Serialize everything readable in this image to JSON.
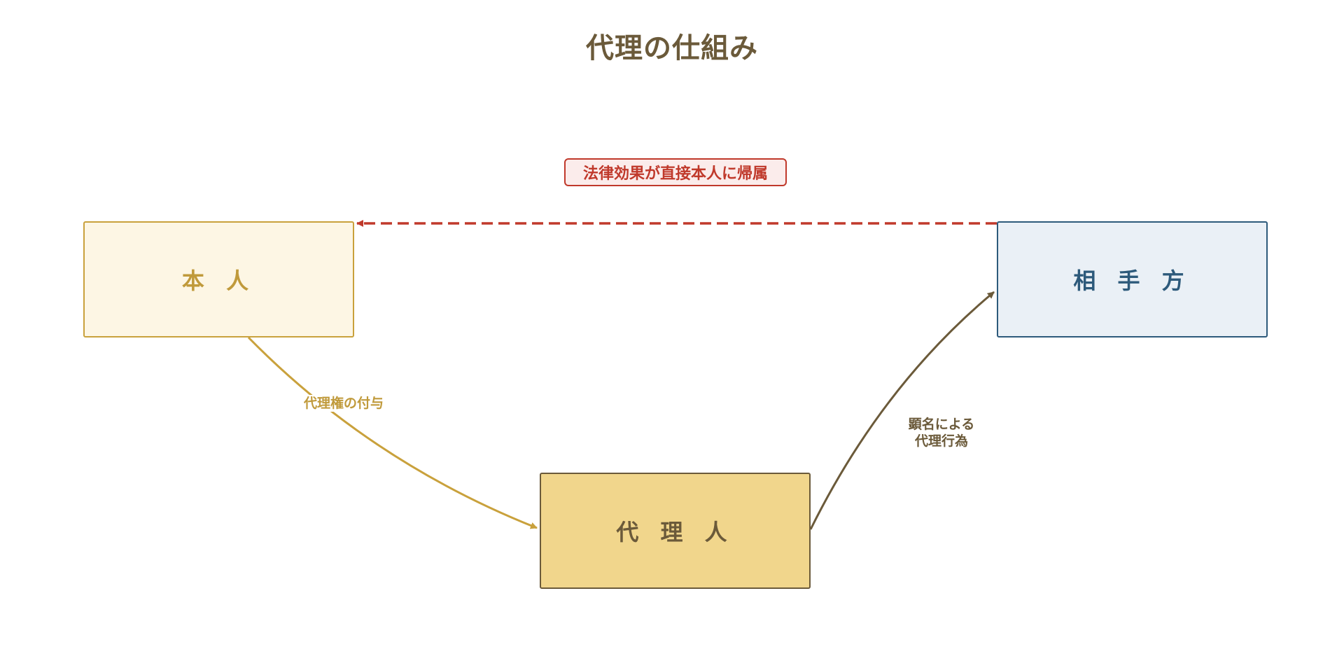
{
  "title": "代理の仕組み",
  "nodes": {
    "principal": "本 人",
    "counterparty": "相 手 方",
    "agent": "代 理 人"
  },
  "edges": {
    "grant_label": "代理権の付与",
    "act_label": "顕名による\n代理行為",
    "effect_label": "法律効果が直接本人に帰属"
  },
  "colors": {
    "principal": "#c9a13c",
    "counterparty": "#2d5a7b",
    "agent": "#6b5a3a",
    "effect": "#c0392b"
  }
}
